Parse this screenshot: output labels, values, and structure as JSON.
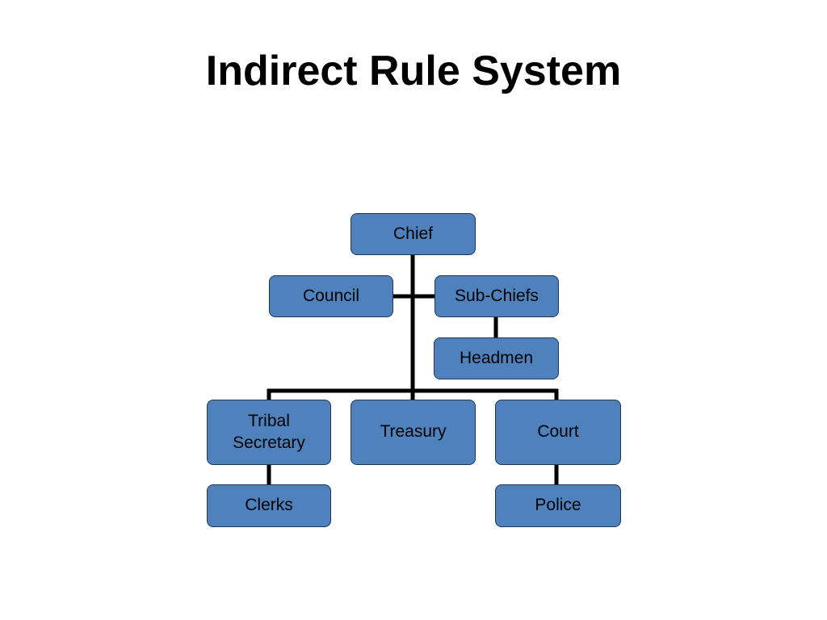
{
  "title": "Indirect Rule System",
  "colors": {
    "node_fill": "#4f81bd",
    "node_border": "#22374f",
    "connector": "#000000"
  },
  "nodes": {
    "chief": "Chief",
    "council": "Council",
    "sub_chiefs": "Sub-Chiefs",
    "headmen": "Headmen",
    "tribal_secretary": "Tribal\nSecretary",
    "treasury": "Treasury",
    "court": "Court",
    "clerks": "Clerks",
    "police": "Police"
  }
}
